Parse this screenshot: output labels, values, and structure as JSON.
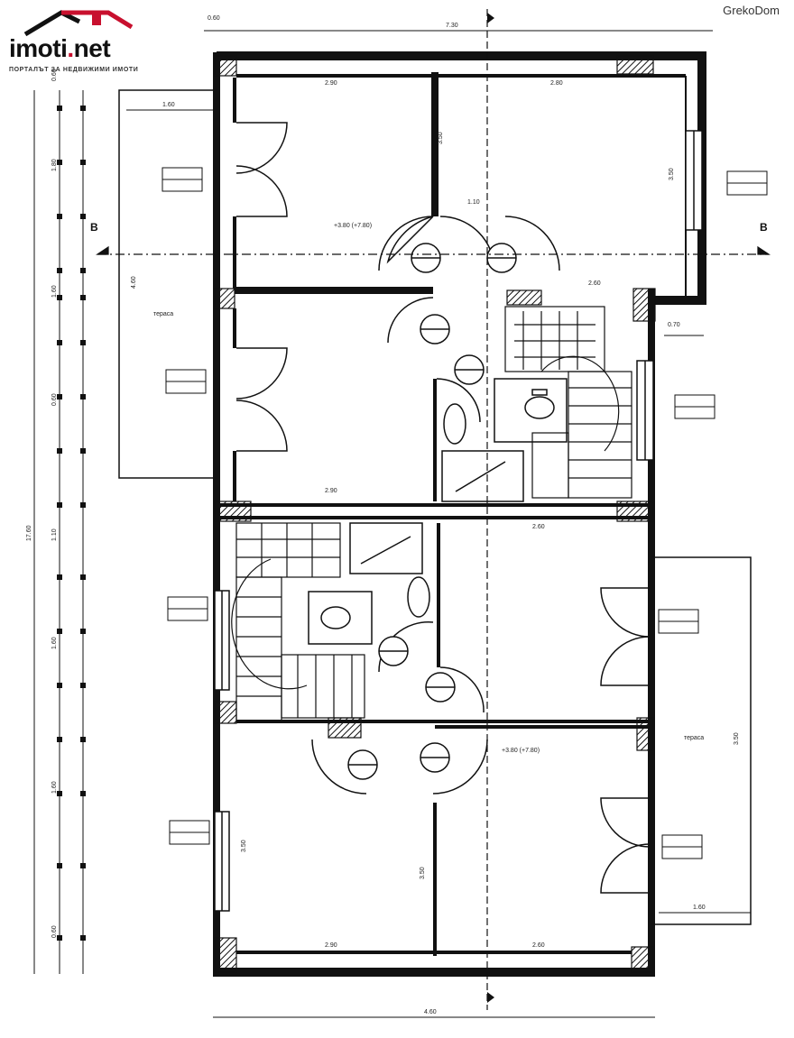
{
  "logo": {
    "name_prefix": "imoti",
    "name_dot": ".",
    "name_suffix": "net",
    "tagline": "ПОРТАЛЪТ ЗА НЕДВИЖИМИ ИМОТИ"
  },
  "watermark": "GrekoDom",
  "section_marker_left": "B",
  "section_marker_right": "B",
  "level_label_top": "+3.80 (+7.80)",
  "level_label_bottom": "+3.80 (+7.80)",
  "terrace_label_left": "тераса",
  "terrace_label_right": "тераса",
  "dimensions": {
    "top_total": "7.30",
    "top_small": "0.60",
    "bottom_total": "4.60",
    "room_tl_width": "2.90",
    "room_tr_width": "2.80",
    "hall_width": "1.10",
    "right_stub": "2.60",
    "mid_left": "2.90",
    "mid_right": "2.60",
    "bottom_left": "2.90",
    "bottom_right": "2.60",
    "terrace_top": "1.60",
    "terrace_bottom": "1.60",
    "balcony_step": "0.70",
    "left_chain": [
      "0.60",
      "1.80",
      "1.60",
      "0.60",
      "1.10",
      "1.60",
      "1.60",
      "0.60"
    ],
    "left_total": "17.60",
    "room_h_tl": "3.50",
    "room_h_tr": "3.50",
    "room_h_bl": "3.50",
    "room_h_br": "3.50",
    "terrace_h": "4.60",
    "terrace_h_r": "3.50"
  }
}
